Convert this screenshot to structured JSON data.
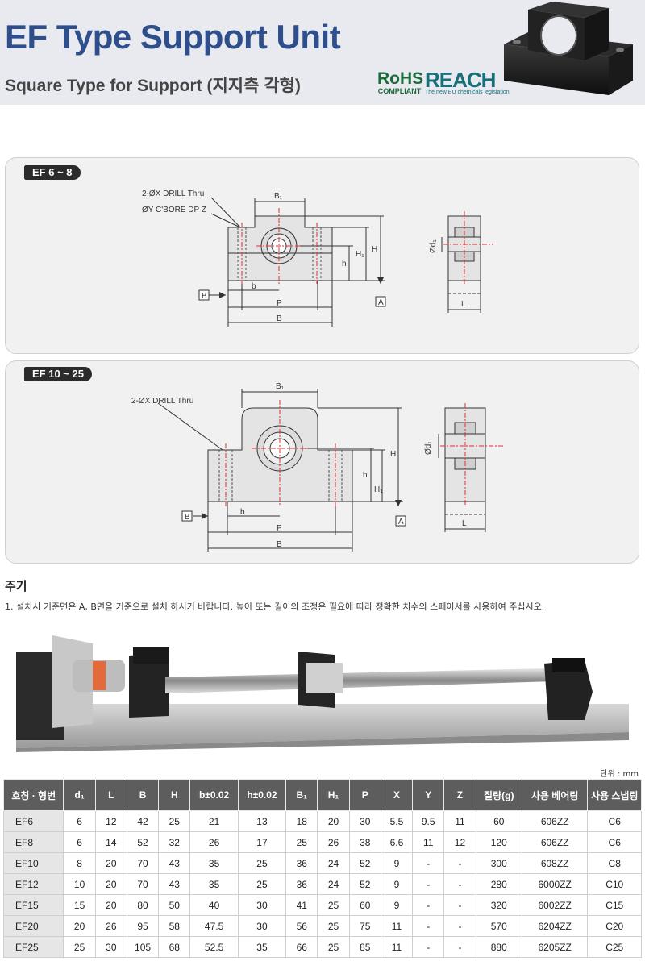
{
  "header": {
    "title": "EF Type Support Unit",
    "subtitle": "Square Type for Support (지지측 각형)",
    "rohs_main": "RoHS",
    "rohs_sub": "COMPLIANT",
    "reach_main": "REACH",
    "reach_sub": "The new EU chemicals legislation"
  },
  "diagram1": {
    "tag": "EF 6 ~ 8",
    "drill_note": "2-ØX DRILL Thru",
    "cbore_note": "ØY C'BORE DP Z",
    "labels": {
      "b1": "B₁",
      "h": "h",
      "h1": "H₁",
      "H": "H",
      "b": "b",
      "P": "P",
      "B": "B",
      "ref_b": "B",
      "ref_a": "A",
      "d1": "Ød₁",
      "L": "L"
    }
  },
  "diagram2": {
    "tag": "EF 10 ~ 25",
    "drill_note": "2-ØX DRILL Thru",
    "labels": {
      "b1": "B₁",
      "h": "h",
      "h1": "H₁",
      "H": "H",
      "b": "b",
      "P": "P",
      "B": "B",
      "ref_b": "B",
      "ref_a": "A",
      "d1": "Ød₁",
      "L": "L"
    }
  },
  "notes": {
    "title": "주기",
    "text": "1. 설치시 기준면은 A, B면을 기준으로 설치 하시기 바랍니다. 높이 또는 길이의 조정은 필요에 따라 정확한 치수의 스페이서를 사용하여 주십시오."
  },
  "table": {
    "unit": "단위 : mm",
    "headers": [
      "호칭 · 형번",
      "d₁",
      "L",
      "B",
      "H",
      "b±0.02",
      "h±0.02",
      "B₁",
      "H₁",
      "P",
      "X",
      "Y",
      "Z",
      "질량(g)",
      "사용 베어링",
      "사용 스냅링"
    ],
    "rows": [
      [
        "EF6",
        "6",
        "12",
        "42",
        "25",
        "21",
        "13",
        "18",
        "20",
        "30",
        "5.5",
        "9.5",
        "11",
        "60",
        "606ZZ",
        "C6"
      ],
      [
        "EF8",
        "6",
        "14",
        "52",
        "32",
        "26",
        "17",
        "25",
        "26",
        "38",
        "6.6",
        "11",
        "12",
        "120",
        "606ZZ",
        "C6"
      ],
      [
        "EF10",
        "8",
        "20",
        "70",
        "43",
        "35",
        "25",
        "36",
        "24",
        "52",
        "9",
        "-",
        "-",
        "300",
        "608ZZ",
        "C8"
      ],
      [
        "EF12",
        "10",
        "20",
        "70",
        "43",
        "35",
        "25",
        "36",
        "24",
        "52",
        "9",
        "-",
        "-",
        "280",
        "6000ZZ",
        "C10"
      ],
      [
        "EF15",
        "15",
        "20",
        "80",
        "50",
        "40",
        "30",
        "41",
        "25",
        "60",
        "9",
        "-",
        "-",
        "320",
        "6002ZZ",
        "C15"
      ],
      [
        "EF20",
        "20",
        "26",
        "95",
        "58",
        "47.5",
        "30",
        "56",
        "25",
        "75",
        "11",
        "-",
        "-",
        "570",
        "6204ZZ",
        "C20"
      ],
      [
        "EF25",
        "25",
        "30",
        "105",
        "68",
        "52.5",
        "35",
        "66",
        "25",
        "85",
        "11",
        "-",
        "-",
        "880",
        "6205ZZ",
        "C25"
      ]
    ]
  },
  "colors": {
    "title": "#2e4f8c",
    "header_bg": "#e9eaf0",
    "table_header": "#5d5d5d",
    "drawing_centerline": "#e03030"
  }
}
